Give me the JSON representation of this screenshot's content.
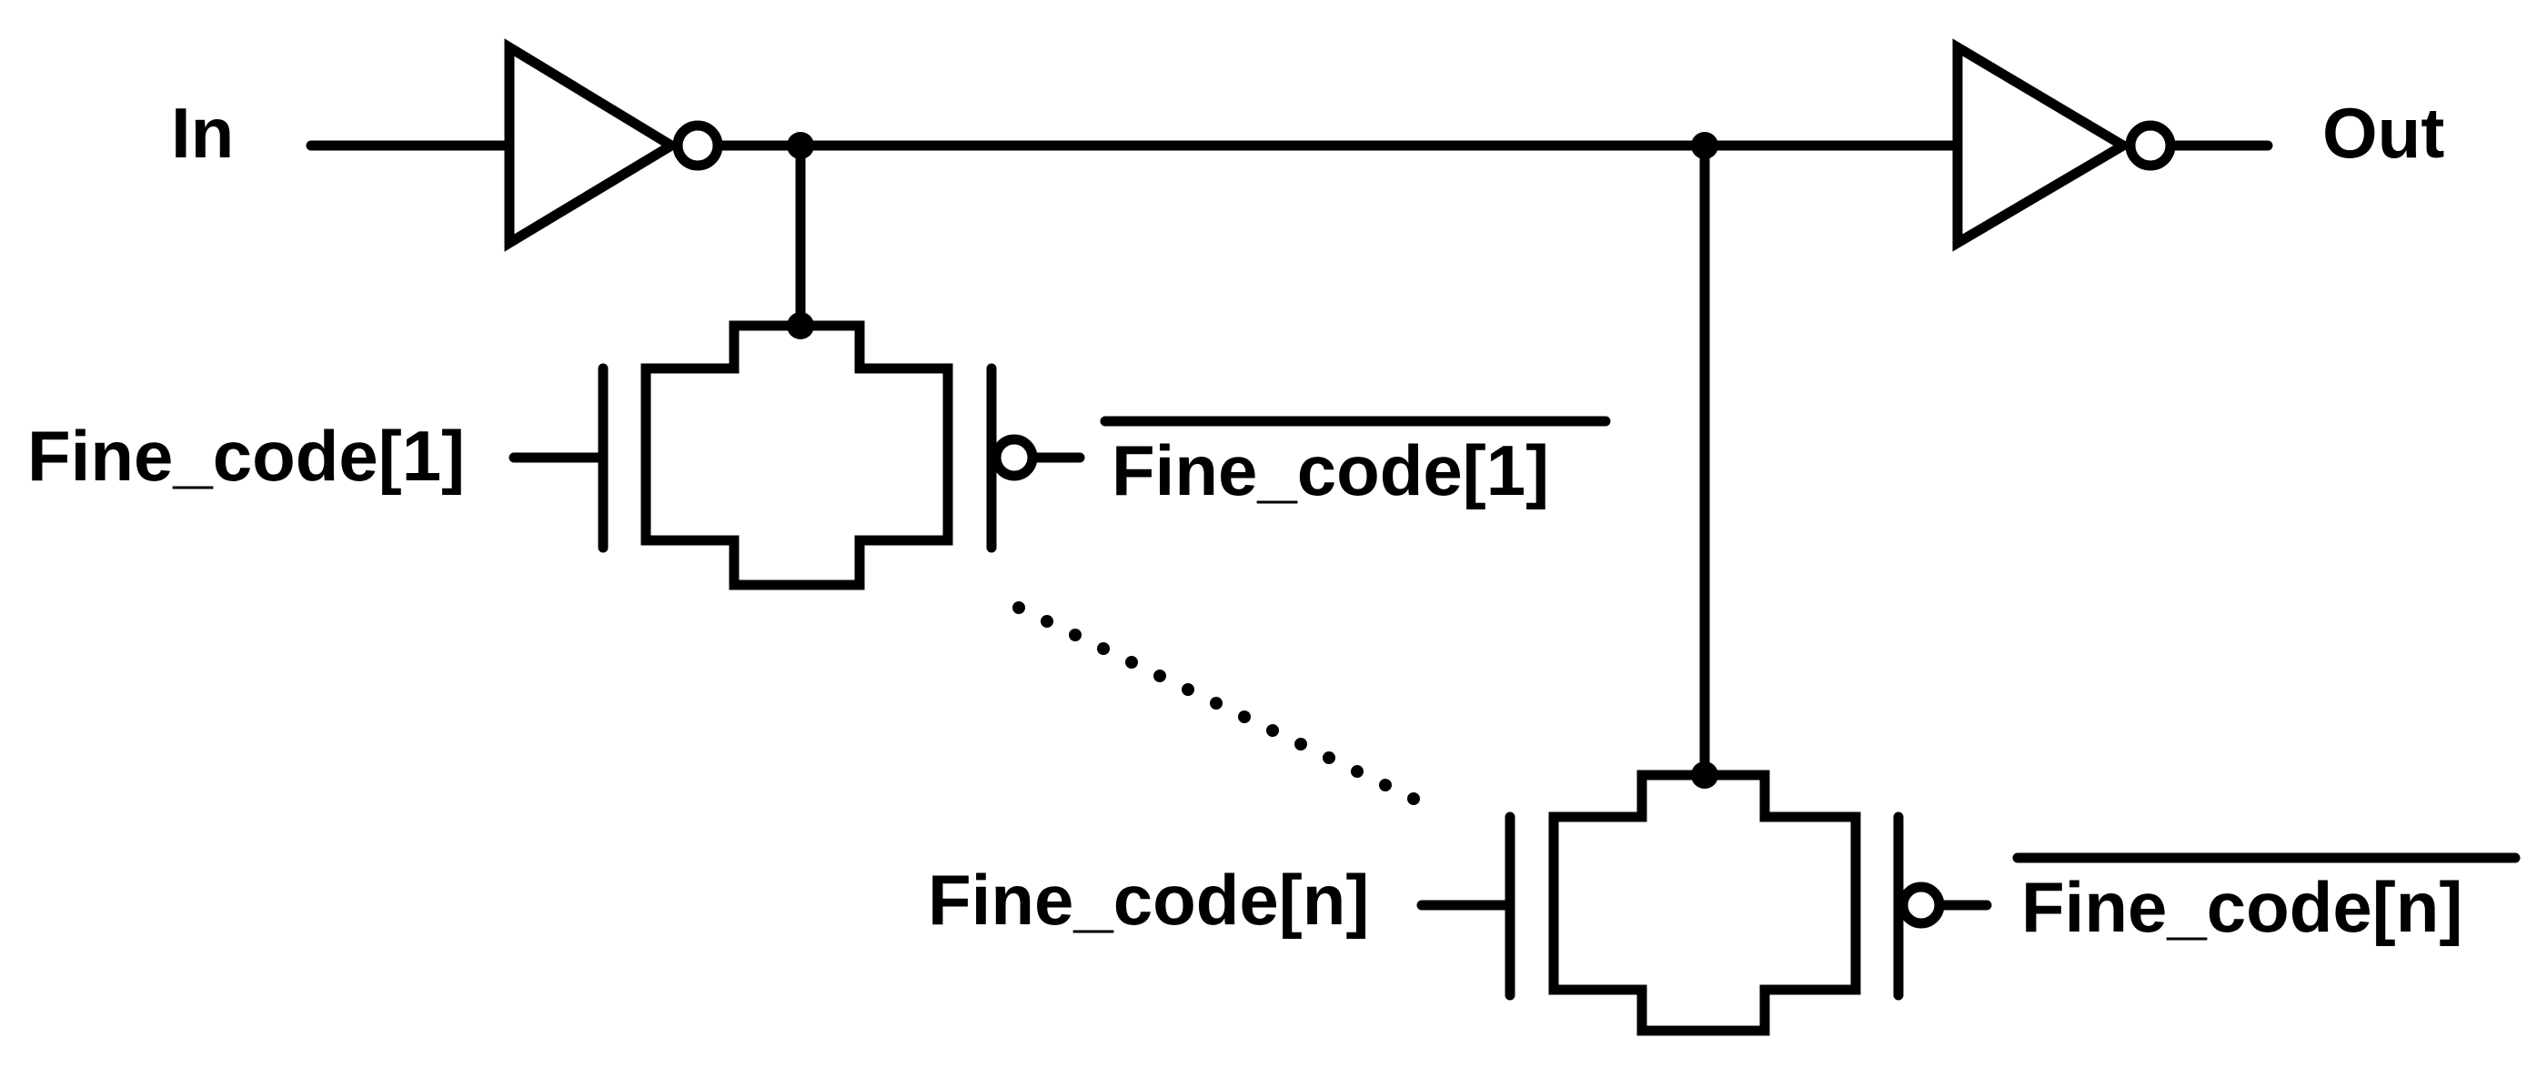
{
  "labels": {
    "input": "In",
    "output": "Out",
    "gate1_n": "Fine_code[1]",
    "gate1_p": "Fine_code[1]",
    "gaten_n": "Fine_code[n]",
    "gaten_p": "Fine_code[n]"
  },
  "colors": {
    "line": "#000000",
    "background": "#ffffff"
  }
}
